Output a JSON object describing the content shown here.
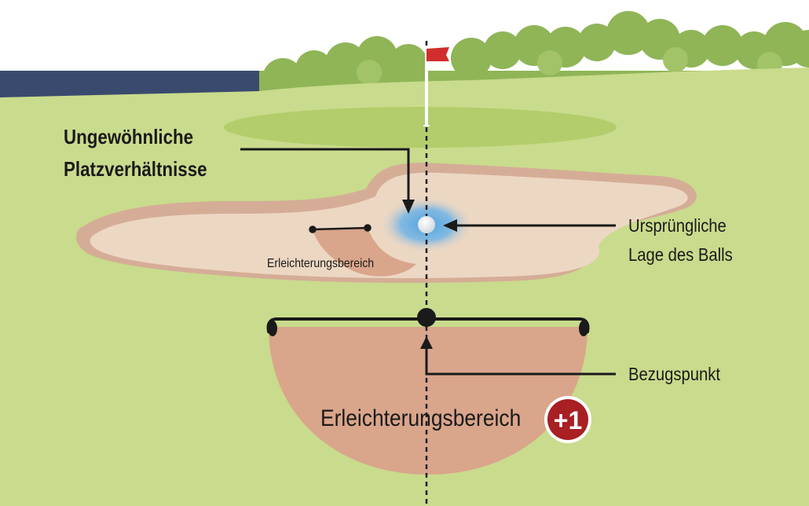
{
  "colors": {
    "sky": "#ffffff",
    "water": "#3a4a6e",
    "fairway": "#c9db8c",
    "green": "#b3cd6c",
    "trees": "#8fb557",
    "sand": "#ecd7c3",
    "sand_edge": "#d5ad97",
    "relief_area": "#d9a58b",
    "flag": "#d22d2d",
    "badge": "#a81f24",
    "ball_glow": "#4fa3e0"
  },
  "labels": {
    "title_line1": "Ungewöhnliche",
    "title_line2": "Platzverhältnisse",
    "original_line1": "Ursprüngliche",
    "original_line2": "Lage des Balls",
    "reference_point": "Bezugspunkt",
    "relief_area_small": "Erleichterungsbereich",
    "relief_area_large": "Erleichterungsbereich",
    "penalty_badge": "+1"
  },
  "icons": {
    "flag": "flag-icon",
    "ball": "golf-ball-icon",
    "penalty": "penalty-badge-icon"
  }
}
